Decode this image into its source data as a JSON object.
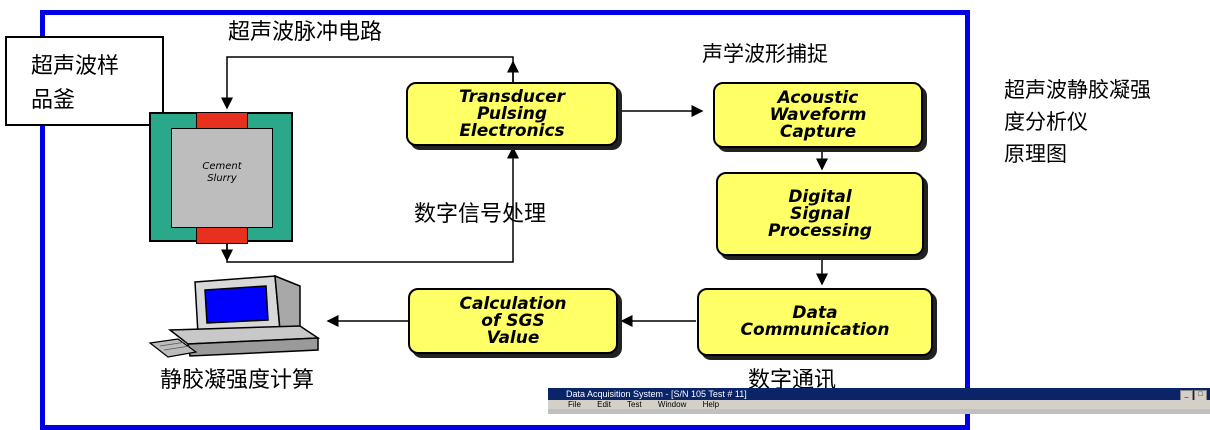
{
  "labels": {
    "pulse_circuit": "超声波脉冲电路",
    "waveform_capture": "声学波形捕捉",
    "sample_kettle_line1": "超声波样",
    "sample_kettle_line2": "品釜",
    "dsp_cn": "数字信号处理",
    "calc_cn": "静胶凝强度计算",
    "comm_cn": "数字通讯",
    "side_title_line1": "超声波静胶凝强",
    "side_title_line2": "度分析仪",
    "side_title_line3": "原理图"
  },
  "boxes": {
    "transducer": [
      "Transducer",
      "Pulsing",
      "Electronics"
    ],
    "acoustic": [
      "Acoustic",
      "Waveform",
      "Capture"
    ],
    "digital": [
      "Digital",
      "Signal",
      "Processing"
    ],
    "data_comm": [
      "Data",
      "Communication"
    ],
    "calculation": [
      "Calculation",
      "of SGS",
      "Value"
    ]
  },
  "cell": {
    "line1": "Cement",
    "line2": "Slurry"
  },
  "window": {
    "title": "Data Acquisition System - [S/N 105 Test # 11]",
    "menu": [
      "File",
      "Edit",
      "Test",
      "Window",
      "Help"
    ]
  },
  "colors": {
    "frame": "#0000e6",
    "box_fill": "#ffff66",
    "cell_outer": "#2aa88a",
    "cell_cap": "#e8301e",
    "monitor_screen": "#0000ff"
  }
}
